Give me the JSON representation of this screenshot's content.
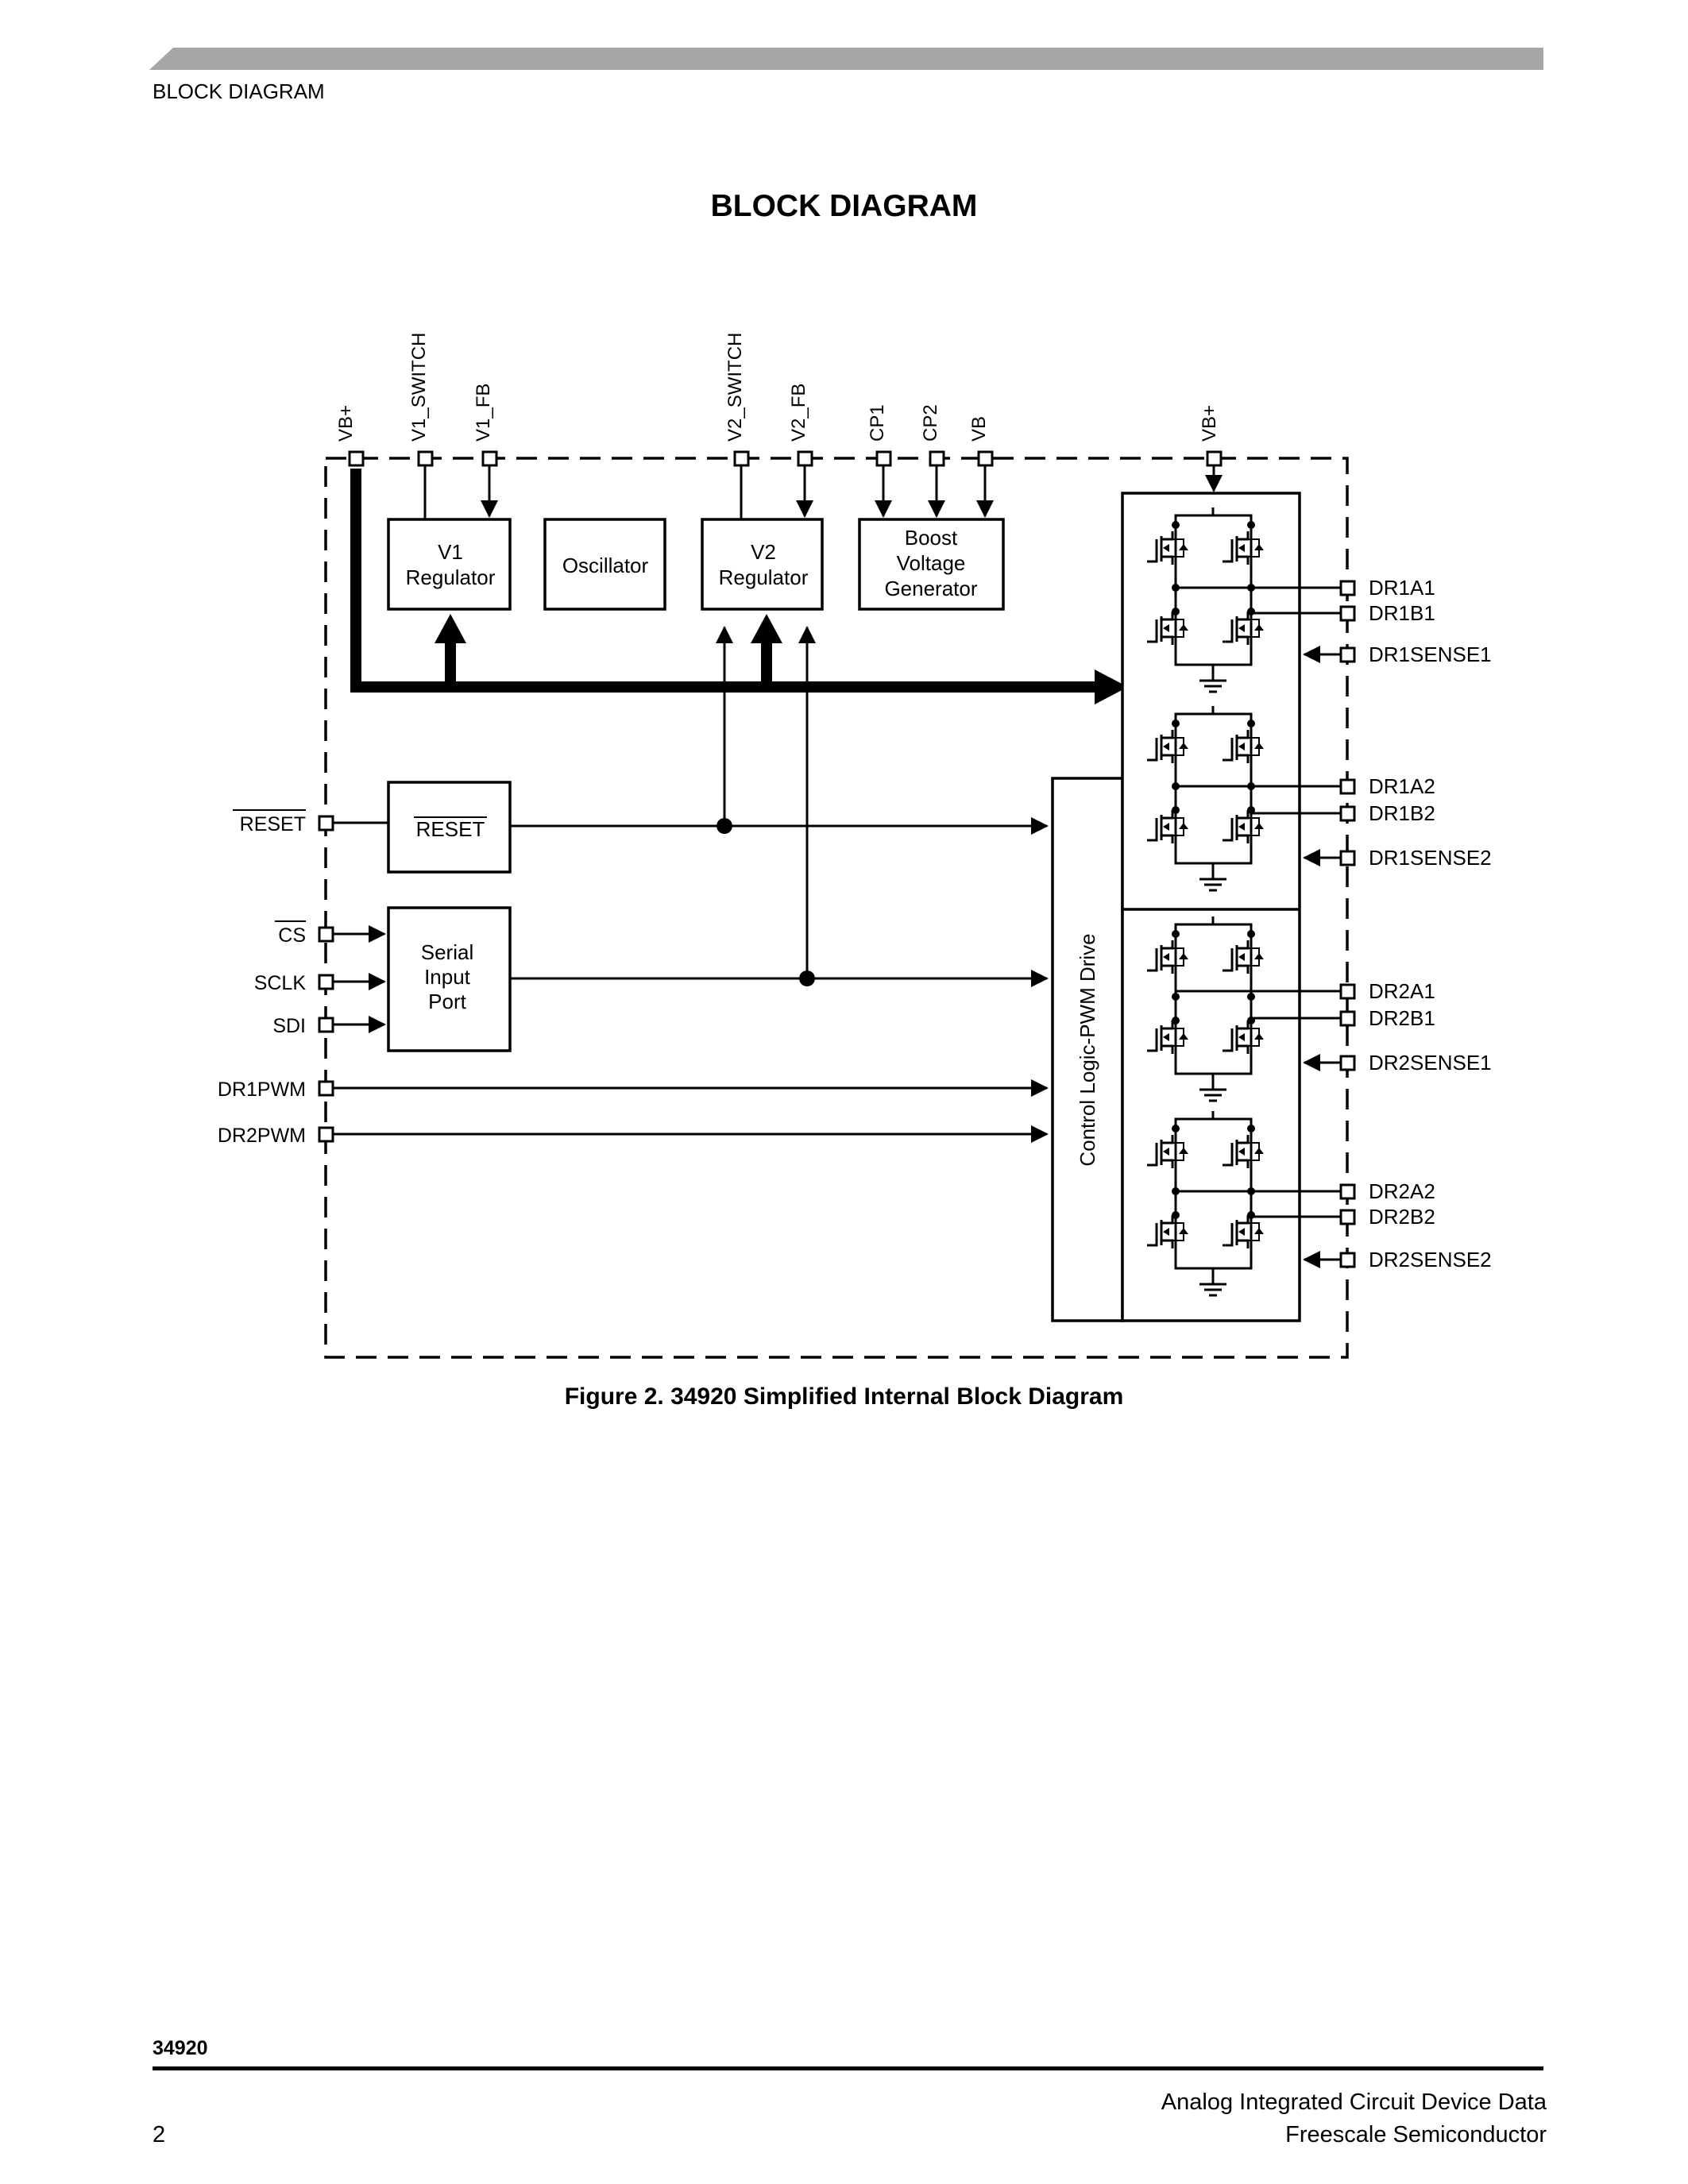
{
  "header": {
    "section_label": "BLOCK DIAGRAM"
  },
  "page_title": "BLOCK DIAGRAM",
  "diagram": {
    "top_pins": {
      "vbplus_left": "VB+",
      "v1_switch": "V1_SWITCH",
      "v1_fb": "V1_FB",
      "v2_switch": "V2_SWITCH",
      "v2_fb": "V2_FB",
      "cp1": "CP1",
      "cp2": "CP2",
      "vb": "VB",
      "vbplus_right": "VB+"
    },
    "blocks": {
      "v1_regulator": [
        "V1",
        "Regulator"
      ],
      "oscillator": "Oscillator",
      "v2_regulator": [
        "V2",
        "Regulator"
      ],
      "boost": [
        "Boost",
        "Voltage",
        "Generator"
      ],
      "reset": "RESET",
      "serial_input_port": [
        "Serial",
        "Input",
        "Port"
      ],
      "control_logic": "Control Logic-PWM Drive"
    },
    "left_pins": {
      "reset": "RESET",
      "cs": "CS",
      "sclk": "SCLK",
      "sdi": "SDI",
      "dr1pwm": "DR1PWM",
      "dr2pwm": "DR2PWM"
    },
    "right_pins": {
      "dr1a1": "DR1A1",
      "dr1b1": "DR1B1",
      "dr1sense1": "DR1SENSE1",
      "dr1a2": "DR1A2",
      "dr1b2": "DR1B2",
      "dr1sense2": "DR1SENSE2",
      "dr2a1": "DR2A1",
      "dr2b1": "DR2B1",
      "dr2sense1": "DR2SENSE1",
      "dr2a2": "DR2A2",
      "dr2b2": "DR2B2",
      "dr2sense2": "DR2SENSE2"
    }
  },
  "caption": "Figure 2. 34920 Simplified Internal Block Diagram",
  "footer": {
    "part_number": "34920",
    "page_number": "2",
    "line1": "Analog Integrated Circuit Device Data",
    "line2": "Freescale Semiconductor"
  }
}
